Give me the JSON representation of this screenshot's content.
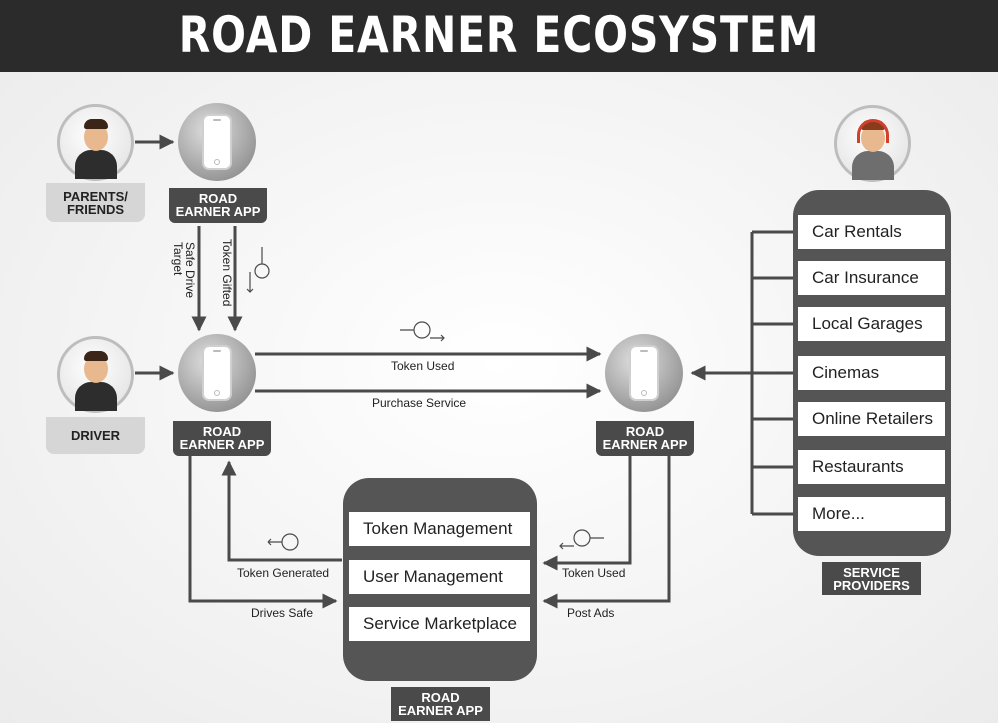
{
  "title": "ROAD EARNER ECOSYSTEM",
  "actors": {
    "parents": {
      "label": "PARENTS/\nFRIENDS",
      "icon": "businessman-icon"
    },
    "driver": {
      "label": "DRIVER",
      "icon": "driver-icon"
    },
    "provider": {
      "icon": "support-agent-icon"
    }
  },
  "apps": {
    "parents_app": "ROAD\nEARNER APP",
    "driver_app": "ROAD\nEARNER APP",
    "provider_app": "ROAD\nEARNER APP",
    "platform": "ROAD\nEARNER APP"
  },
  "platform_items": [
    "Token Management",
    "User Management",
    "Service Marketplace"
  ],
  "service_providers": {
    "label": "SERVICE\nPROVIDERS",
    "items": [
      "Car Rentals",
      "Car Insurance",
      "Local Garages",
      "Cinemas",
      "Online Retailers",
      "Restaurants",
      "More..."
    ]
  },
  "edges": {
    "safe_drive_target": "Safe Drive\nTarget",
    "token_gifted": "Token Gifted",
    "token_used_top": "Token Used",
    "purchase_service": "Purchase Service",
    "token_generated": "Token Generated",
    "drives_safe": "Drives Safe",
    "token_used_bottom": "Token Used",
    "post_ads": "Post Ads"
  },
  "colors": {
    "title_bar": "#2b2b2b",
    "panel": "#555555",
    "line": "#4a4a4a",
    "tag": "#d6d6d6"
  }
}
